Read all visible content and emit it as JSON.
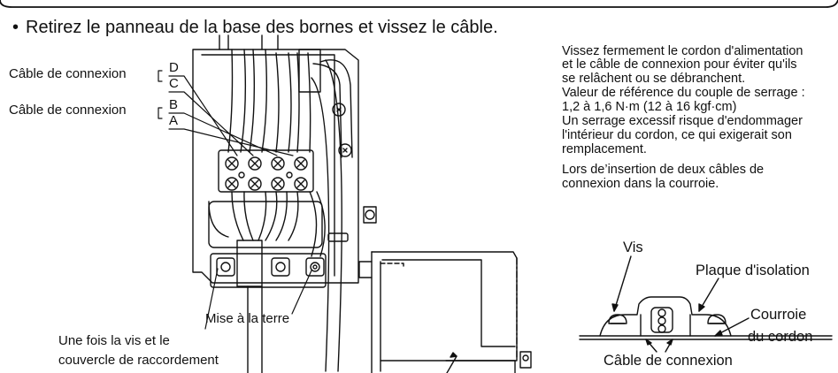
{
  "instruction": {
    "bullet": "•",
    "text": "Retirez le panneau de la base des bornes et vissez le câble."
  },
  "left_labels": {
    "cable1": "Câble de connexion",
    "cable2": "Câble de connexion",
    "letter_d": "D",
    "letter_c": "C",
    "letter_b": "B",
    "letter_a": "A",
    "earth": "Mise à la terre",
    "caption1": "Une fois la vis et le",
    "caption2": "couvercle de raccordement"
  },
  "right_text": {
    "p1": "Vissez fermement le cordon d'alimentation",
    "p2": "et le câble de connexion pour éviter qu'ils",
    "p3": "se relâchent ou se débranchent.",
    "p4": "Valeur de référence du couple de serrage :",
    "p5": "1,2 à 1,6 N·m (12 à 16 kgf·cm)",
    "p6": "Un serrage excessif risque d'endommager",
    "p7": "l'intérieur du cordon, ce qui exigerait son",
    "p8": "remplacement.",
    "p9": "Lors de’insertion de deux câbles de",
    "p10": "connexion dans la courroie."
  },
  "detail_labels": {
    "vis": "Vis",
    "plaque": "Plaque d'isolation",
    "courroie1": "Courroie",
    "courroie2": "du cordon",
    "cable": "Câble de connexion"
  },
  "colors": {
    "line": "#111111",
    "background": "#ffffff"
  }
}
